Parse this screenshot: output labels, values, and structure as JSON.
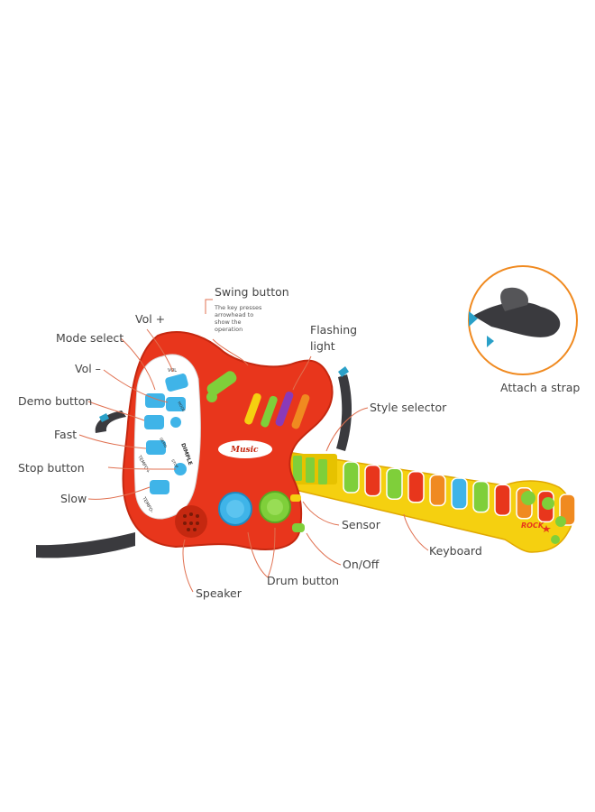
{
  "labels": {
    "swing_button": "Swing button",
    "swing_note": "The key presses arrowhead to show the operation",
    "vol_plus": "Vol +",
    "mode_select": "Mode select",
    "flashing_light": "Flashing light",
    "vol_minus": "Vol –",
    "demo_button": "Demo button",
    "style_selector": "Style selector",
    "fast": "Fast",
    "stop_button": "Stop button",
    "slow": "Slow",
    "sensor": "Sensor",
    "keyboard": "Keyboard",
    "on_off": "On/Off",
    "drum_button": "Drum button",
    "speaker": "Speaker",
    "attach_strap": "Attach a strap"
  },
  "guitar_text": {
    "music_badge": "Music",
    "brand": "DIMPLE",
    "tempo_plus": "TEMPO+",
    "tempo_minus": "TEMPO-",
    "vol": "VOL",
    "demo": "DEMO",
    "stop": "STOP",
    "mode": "MODE",
    "rock": "ROCK"
  },
  "colors": {
    "body": "#e8361c",
    "body_dark": "#c52810",
    "panel": "#ffffff",
    "key_blue": "#3fb4e8",
    "neck": "#f5d010",
    "leader": "#e07050",
    "label": "#444444",
    "strap": "#3a3a3e",
    "clip": "#2aa0c8"
  },
  "keyboard_key_colors": [
    "#e8361c",
    "#7fcf3a",
    "#e8361c",
    "#f08a20",
    "#3fb4e8",
    "#7fcf3a",
    "#e8361c",
    "#f08a20"
  ]
}
